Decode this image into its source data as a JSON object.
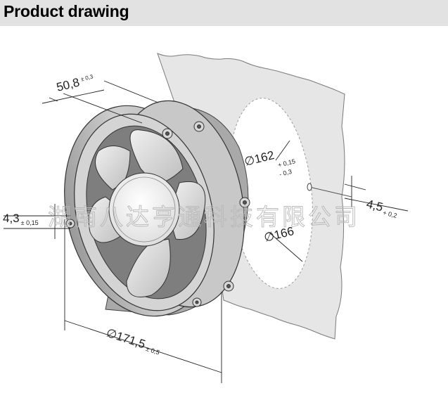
{
  "header": {
    "title": "Product drawing"
  },
  "dimensions": {
    "depth": {
      "value": "50,8",
      "tolerance": "± 0,3"
    },
    "bolt_circle": {
      "value": "162",
      "tol_upper": "+ 0,15",
      "tol_lower": "- 0,3"
    },
    "cutout": {
      "value": "166"
    },
    "outer_diameter": {
      "value": "171,5",
      "tolerance": "± 0,5"
    },
    "hole_left": {
      "value": "4,3",
      "tolerance": "± 0,15"
    },
    "hole_right": {
      "value": "4,5",
      "tolerance": "+ 0,2"
    },
    "diameter_symbol": "∅"
  },
  "watermark": {
    "text": "湖南八达亨通科技有限公司"
  },
  "colors": {
    "header_bg": "#e2e2e2",
    "panel": "#e6e6e6",
    "fan_body": "#cfcfcf",
    "blade": "#dcdcdc",
    "hub": "#f2f2f2",
    "line": "#333333"
  }
}
